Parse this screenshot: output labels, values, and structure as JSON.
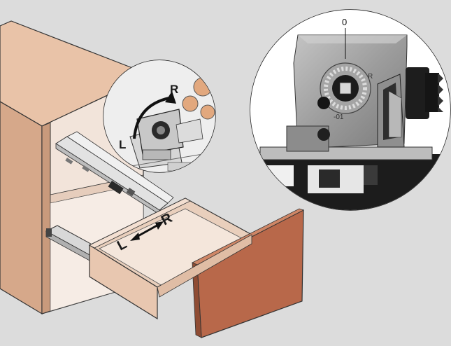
{
  "labels": {
    "inset_left": "L",
    "inset_right": "R",
    "drawer_left": "L",
    "drawer_right": "R",
    "zoom_zero": "0",
    "zoom_r": "R",
    "zoom_minus": "-01"
  },
  "colors": {
    "background": "#dcdcdc",
    "cabinet_side": "#d6a88a",
    "cabinet_top": "#e9c3a8",
    "cabinet_inner": "#f2e4da",
    "drawer_front": "#b8684a",
    "drawer_box": "#efd6c2",
    "rail": "#d8d8d8",
    "metal": "#9a9a9a",
    "dark": "#1e1e1e"
  },
  "icons": {
    "adjust_arrow": "curved-arrow-icon",
    "slide_arrow": "double-arrow-icon"
  }
}
